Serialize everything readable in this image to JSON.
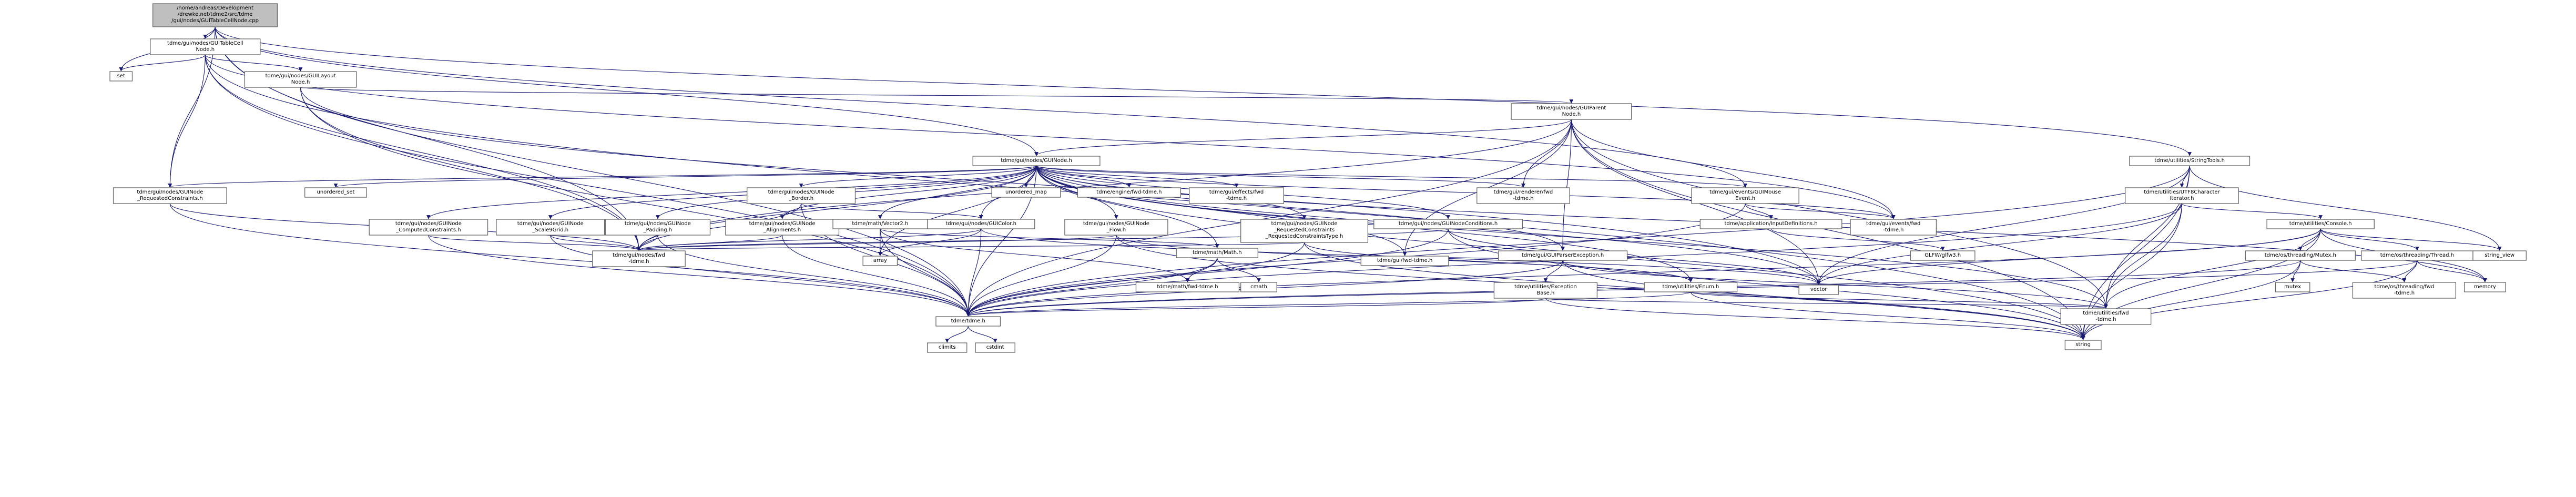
{
  "colors": {
    "edge": "#191970",
    "node_fill": "#ffffff",
    "node_border": "#666666",
    "root_fill": "#bfbfbf",
    "error_text": "#ff0000",
    "background": "#ffffff"
  },
  "nodes": [
    {
      "id": "root",
      "lines": [
        "/home/andreas/Development",
        "/drewke.net/tdme2/src/tdme",
        "/gui/nodes/GUITableCellNode.cpp"
      ],
      "style": "root"
    },
    {
      "id": "tablecell",
      "lines": [
        "tdme/gui/nodes/GUITableCell",
        "Node.h"
      ]
    },
    {
      "id": "set",
      "lines": [
        "set"
      ],
      "style": "system"
    },
    {
      "id": "layout",
      "lines": [
        "tdme/gui/nodes/GUILayout",
        "Node.h"
      ]
    },
    {
      "id": "parent",
      "lines": [
        "tdme/gui/nodes/GUIParent",
        "Node.h"
      ]
    },
    {
      "id": "guinode",
      "lines": [
        "tdme/gui/nodes/GUINode.h"
      ]
    },
    {
      "id": "unordered_set",
      "lines": [
        "unordered_set"
      ],
      "style": "system"
    },
    {
      "id": "unordered_map",
      "lines": [
        "unordered_map"
      ],
      "style": "system"
    },
    {
      "id": "reqcons",
      "lines": [
        "tdme/gui/nodes/GUINode",
        "_RequestedConstraints.h"
      ]
    },
    {
      "id": "compcons",
      "lines": [
        "tdme/gui/nodes/GUINode",
        "_ComputedConstraints.h"
      ]
    },
    {
      "id": "scale9",
      "lines": [
        "tdme/gui/nodes/GUINode",
        "_Scale9Grid.h"
      ]
    },
    {
      "id": "padding",
      "lines": [
        "tdme/gui/nodes/GUINode",
        "_Padding.h"
      ]
    },
    {
      "id": "border",
      "lines": [
        "tdme/gui/nodes/GUINode",
        "_Border.h"
      ]
    },
    {
      "id": "alignments",
      "lines": [
        "tdme/gui/nodes/GUINode",
        "_Alignments.h"
      ]
    },
    {
      "id": "vector2",
      "lines": [
        "tdme/math/Vector2.h"
      ],
      "style": "error"
    },
    {
      "id": "guicolor",
      "lines": [
        "tdme/gui/nodes/GUIColor.h"
      ],
      "style": "error"
    },
    {
      "id": "flow",
      "lines": [
        "tdme/gui/nodes/GUINode",
        "_Flow.h"
      ]
    },
    {
      "id": "engfwd",
      "lines": [
        "tdme/engine/fwd-tdme.h"
      ]
    },
    {
      "id": "effectsfwd",
      "lines": [
        "tdme/gui/effects/fwd",
        "-tdme.h"
      ]
    },
    {
      "id": "reqcontype",
      "lines": [
        "tdme/gui/nodes/GUINode",
        "_RequestedConstraints",
        "_RequestedConstraintsType.h"
      ]
    },
    {
      "id": "nodeconds",
      "lines": [
        "tdme/gui/nodes/GUINodeConditions.h"
      ],
      "style": "error"
    },
    {
      "id": "rendererfwd",
      "lines": [
        "tdme/gui/renderer/fwd",
        "-tdme.h"
      ]
    },
    {
      "id": "mouseevent",
      "lines": [
        "tdme/gui/events/GUIMouse",
        "Event.h"
      ]
    },
    {
      "id": "inputdefs",
      "lines": [
        "tdme/application/InputDefinitions.h"
      ]
    },
    {
      "id": "glfw",
      "lines": [
        "GLFW/glfw3.h"
      ],
      "style": "system"
    },
    {
      "id": "eventsfwd",
      "lines": [
        "tdme/gui/events/fwd",
        "-tdme.h"
      ]
    },
    {
      "id": "nodesfwd",
      "lines": [
        "tdme/gui/nodes/fwd",
        "-tdme.h"
      ]
    },
    {
      "id": "array",
      "lines": [
        "array"
      ],
      "style": "system"
    },
    {
      "id": "math",
      "lines": [
        "tdme/math/Math.h"
      ]
    },
    {
      "id": "mathfwd",
      "lines": [
        "tdme/math/fwd-tdme.h"
      ]
    },
    {
      "id": "cmath",
      "lines": [
        "cmath"
      ],
      "style": "system"
    },
    {
      "id": "parserexc",
      "lines": [
        "tdme/gui/GUIParserException.h"
      ]
    },
    {
      "id": "exbase",
      "lines": [
        "tdme/utilities/Exception",
        "Base.h"
      ],
      "style": "error"
    },
    {
      "id": "enum",
      "lines": [
        "tdme/utilities/Enum.h"
      ]
    },
    {
      "id": "guifwd",
      "lines": [
        "tdme/gui/fwd-tdme.h"
      ]
    },
    {
      "id": "tdmeh",
      "lines": [
        "tdme/tdme.h"
      ]
    },
    {
      "id": "climits",
      "lines": [
        "climits"
      ],
      "style": "system"
    },
    {
      "id": "cstdint",
      "lines": [
        "cstdint"
      ],
      "style": "system"
    },
    {
      "id": "stringtools",
      "lines": [
        "tdme/utilities/StringTools.h"
      ]
    },
    {
      "id": "utf8iter",
      "lines": [
        "tdme/utilities/UTF8Character",
        "Iterator.h"
      ]
    },
    {
      "id": "console",
      "lines": [
        "tdme/utilities/Console.h"
      ]
    },
    {
      "id": "mutex_h",
      "lines": [
        "tdme/os/threading/Mutex.h"
      ]
    },
    {
      "id": "thread_h",
      "lines": [
        "tdme/os/threading/Thread.h"
      ],
      "style": "error"
    },
    {
      "id": "mutex",
      "lines": [
        "mutex"
      ],
      "style": "system"
    },
    {
      "id": "threadingfwd",
      "lines": [
        "tdme/os/threading/fwd",
        "-tdme.h"
      ]
    },
    {
      "id": "utilfwd",
      "lines": [
        "tdme/utilities/fwd",
        "-tdme.h"
      ]
    },
    {
      "id": "vector",
      "lines": [
        "vector"
      ],
      "style": "system"
    },
    {
      "id": "string_view",
      "lines": [
        "string_view"
      ],
      "style": "system"
    },
    {
      "id": "string",
      "lines": [
        "string"
      ],
      "style": "system"
    },
    {
      "id": "memory",
      "lines": [
        "memory"
      ],
      "style": "system"
    }
  ],
  "edges": [
    [
      "root",
      "tablecell"
    ],
    [
      "root",
      "set"
    ],
    [
      "root",
      "reqcons"
    ],
    [
      "root",
      "nodesfwd"
    ],
    [
      "root",
      "tdmeh"
    ],
    [
      "root",
      "guinode"
    ],
    [
      "root",
      "mouseevent"
    ],
    [
      "root",
      "stringtools"
    ],
    [
      "tablecell",
      "set"
    ],
    [
      "tablecell",
      "layout"
    ],
    [
      "tablecell",
      "reqcons"
    ],
    [
      "tablecell",
      "nodesfwd"
    ],
    [
      "tablecell",
      "tdmeh"
    ],
    [
      "tablecell",
      "eventsfwd"
    ],
    [
      "tablecell",
      "string"
    ],
    [
      "layout",
      "parent"
    ],
    [
      "layout",
      "nodesfwd"
    ],
    [
      "layout",
      "tdmeh"
    ],
    [
      "layout",
      "vector"
    ],
    [
      "parent",
      "guinode"
    ],
    [
      "parent",
      "nodesfwd"
    ],
    [
      "parent",
      "tdmeh"
    ],
    [
      "parent",
      "string"
    ],
    [
      "parent",
      "vector"
    ],
    [
      "parent",
      "guifwd"
    ],
    [
      "parent",
      "eventsfwd"
    ],
    [
      "parent",
      "rendererfwd"
    ],
    [
      "parent",
      "parserexc"
    ],
    [
      "parent",
      "utilfwd"
    ],
    [
      "guinode",
      "unordered_set"
    ],
    [
      "guinode",
      "unordered_map"
    ],
    [
      "guinode",
      "reqcons"
    ],
    [
      "guinode",
      "compcons"
    ],
    [
      "guinode",
      "scale9"
    ],
    [
      "guinode",
      "padding"
    ],
    [
      "guinode",
      "border"
    ],
    [
      "guinode",
      "alignments"
    ],
    [
      "guinode",
      "vector2"
    ],
    [
      "guinode",
      "guicolor"
    ],
    [
      "guinode",
      "flow"
    ],
    [
      "guinode",
      "engfwd"
    ],
    [
      "guinode",
      "effectsfwd"
    ],
    [
      "guinode",
      "reqcontype"
    ],
    [
      "guinode",
      "nodeconds"
    ],
    [
      "guinode",
      "rendererfwd"
    ],
    [
      "guinode",
      "mouseevent"
    ],
    [
      "guinode",
      "eventsfwd"
    ],
    [
      "guinode",
      "nodesfwd"
    ],
    [
      "guinode",
      "array"
    ],
    [
      "guinode",
      "math"
    ],
    [
      "guinode",
      "parserexc"
    ],
    [
      "guinode",
      "enum"
    ],
    [
      "guinode",
      "guifwd"
    ],
    [
      "guinode",
      "tdmeh"
    ],
    [
      "guinode",
      "string"
    ],
    [
      "guinode",
      "vector"
    ],
    [
      "guinode",
      "memory"
    ],
    [
      "guinode",
      "utilfwd"
    ],
    [
      "reqcons",
      "nodesfwd"
    ],
    [
      "reqcons",
      "tdmeh"
    ],
    [
      "compcons",
      "nodesfwd"
    ],
    [
      "compcons",
      "tdmeh"
    ],
    [
      "scale9",
      "nodesfwd"
    ],
    [
      "scale9",
      "tdmeh"
    ],
    [
      "padding",
      "nodesfwd"
    ],
    [
      "padding",
      "tdmeh"
    ],
    [
      "border",
      "nodesfwd"
    ],
    [
      "border",
      "guicolor"
    ],
    [
      "border",
      "tdmeh"
    ],
    [
      "alignments",
      "nodesfwd"
    ],
    [
      "alignments",
      "tdmeh"
    ],
    [
      "vector2",
      "array"
    ],
    [
      "vector2",
      "math"
    ],
    [
      "vector2",
      "mathfwd"
    ],
    [
      "vector2",
      "tdmeh"
    ],
    [
      "guicolor",
      "nodesfwd"
    ],
    [
      "guicolor",
      "array"
    ],
    [
      "guicolor",
      "tdmeh"
    ],
    [
      "guicolor",
      "vector"
    ],
    [
      "flow",
      "nodesfwd"
    ],
    [
      "flow",
      "enum"
    ],
    [
      "flow",
      "tdmeh"
    ],
    [
      "flow",
      "string"
    ],
    [
      "reqcontype",
      "nodesfwd"
    ],
    [
      "reqcontype",
      "enum"
    ],
    [
      "reqcontype",
      "tdmeh"
    ],
    [
      "reqcontype",
      "string"
    ],
    [
      "nodeconds",
      "nodesfwd"
    ],
    [
      "nodeconds",
      "tdmeh"
    ],
    [
      "nodeconds",
      "string"
    ],
    [
      "nodeconds",
      "vector"
    ],
    [
      "mouseevent",
      "inputdefs"
    ],
    [
      "mouseevent",
      "eventsfwd"
    ],
    [
      "mouseevent",
      "tdmeh"
    ],
    [
      "inputdefs",
      "glfw"
    ],
    [
      "math",
      "cmath"
    ],
    [
      "math",
      "mathfwd"
    ],
    [
      "math",
      "tdmeh"
    ],
    [
      "parserexc",
      "exbase"
    ],
    [
      "parserexc",
      "guifwd"
    ],
    [
      "parserexc",
      "tdmeh"
    ],
    [
      "parserexc",
      "string"
    ],
    [
      "parserexc",
      "utilfwd"
    ],
    [
      "exbase",
      "tdmeh"
    ],
    [
      "exbase",
      "string"
    ],
    [
      "exbase",
      "utilfwd"
    ],
    [
      "enum",
      "tdmeh"
    ],
    [
      "enum",
      "string"
    ],
    [
      "enum",
      "utilfwd"
    ],
    [
      "tdmeh",
      "climits"
    ],
    [
      "tdmeh",
      "cstdint"
    ],
    [
      "stringtools",
      "utf8iter"
    ],
    [
      "stringtools",
      "string"
    ],
    [
      "stringtools",
      "string_view"
    ],
    [
      "stringtools",
      "vector"
    ],
    [
      "stringtools",
      "tdmeh"
    ],
    [
      "stringtools",
      "utilfwd"
    ],
    [
      "utf8iter",
      "console"
    ],
    [
      "utf8iter",
      "string"
    ],
    [
      "utf8iter",
      "vector"
    ],
    [
      "utf8iter",
      "tdmeh"
    ],
    [
      "utf8iter",
      "utilfwd"
    ],
    [
      "console",
      "mutex_h"
    ],
    [
      "console",
      "thread_h"
    ],
    [
      "console",
      "memory"
    ],
    [
      "console",
      "string"
    ],
    [
      "console",
      "string_view"
    ],
    [
      "console",
      "vector"
    ],
    [
      "console",
      "tdmeh"
    ],
    [
      "console",
      "utilfwd"
    ],
    [
      "mutex_h",
      "mutex"
    ],
    [
      "mutex_h",
      "string"
    ],
    [
      "mutex_h",
      "threadingfwd"
    ],
    [
      "mutex_h",
      "tdmeh"
    ],
    [
      "thread_h",
      "memory"
    ],
    [
      "thread_h",
      "string"
    ],
    [
      "thread_h",
      "threadingfwd"
    ],
    [
      "thread_h",
      "tdmeh"
    ]
  ]
}
